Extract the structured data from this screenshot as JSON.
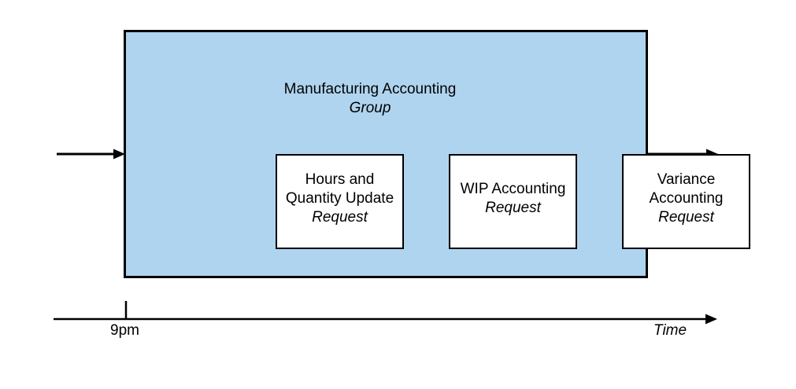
{
  "colors": {
    "background": "#ffffff",
    "group_fill": "#afd4ef",
    "node_fill": "#ffffff",
    "stroke": "#000000"
  },
  "group": {
    "title": "Manufacturing Accounting",
    "subtitle": "Group"
  },
  "nodes": [
    {
      "lines": [
        "Hours and",
        "Quantity Update"
      ],
      "subtitle": "Request"
    },
    {
      "lines": [
        "WIP Accounting"
      ],
      "subtitle": "Request"
    },
    {
      "lines": [
        "Variance",
        "Accounting"
      ],
      "subtitle": "Request"
    }
  ],
  "timeline": {
    "tick_label": "9pm",
    "axis_label": "Time"
  }
}
